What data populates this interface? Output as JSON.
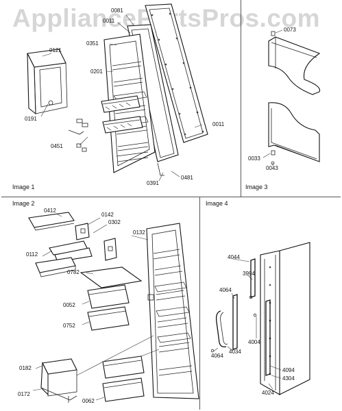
{
  "watermark": "AppliancePartsPros.com",
  "panels": {
    "image1": "Image 1",
    "image2": "Image 2",
    "image3": "Image 3",
    "image4": "Image 4"
  },
  "parts": {
    "p0081": "0081",
    "p0011a": "0011",
    "p0351": "0351",
    "p0121": "0121",
    "p0201": "0201",
    "p0191": "0191",
    "p0451": "0451",
    "p0011b": "0011",
    "p0391": "0391",
    "p0481": "0481",
    "p0073": "0073",
    "p0033": "0033",
    "p0043": "0043",
    "p0412": "0412",
    "p0142": "0142",
    "p0302": "0302",
    "p0132": "0132",
    "p0112": "0112",
    "p0782": "0782",
    "p0052": "0052",
    "p0752": "0752",
    "p0182": "0182",
    "p0172": "0172",
    "p0062": "0062",
    "p4044": "4044",
    "p3994": "3994",
    "p4064a": "4064",
    "p4004": "4004",
    "p4064b": "4064",
    "p4034": "4034",
    "p4094": "4094",
    "p4304": "4304",
    "p4024": "4024"
  }
}
